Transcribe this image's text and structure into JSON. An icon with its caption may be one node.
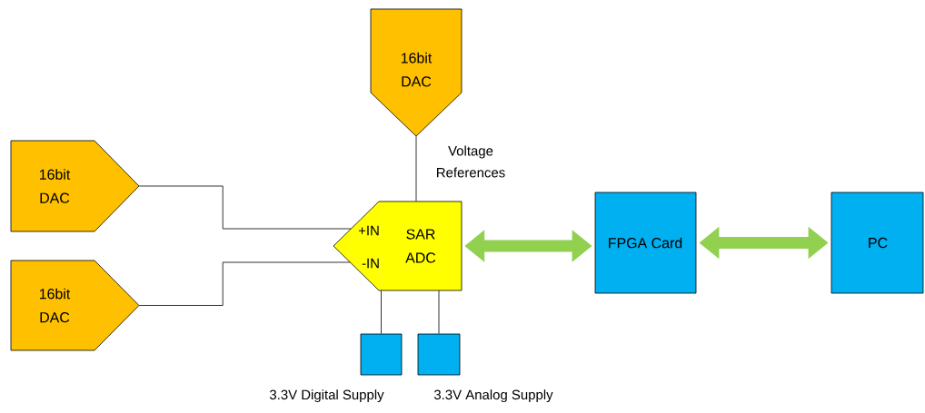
{
  "diagram": {
    "nodes": [
      {
        "text": [
          "16bit DAC"
        ]
      },
      {
        "text": [
          "16bit DAC"
        ]
      },
      {
        "text": [
          "16bit DAC"
        ]
      },
      {
        "text": [
          "SAR ADC"
        ]
      },
      {
        "text": [],
        "shape": "box",
        "beside": [
          "3.3V Digital Supply"
        ]
      },
      {
        "text": [],
        "shape": "box",
        "beside": [
          "3.3V Analog Supply"
        ]
      },
      {
        "text": [
          "FPGA Card"
        ]
      },
      {
        "text": [
          "PC"
        ]
      }
    ],
    "edges": [
      {
        "from": 0,
        "to": 3,
        "arrow": "none",
        "label": "Voltage References"
      },
      {
        "from": 1,
        "to": 3,
        "arrow": "none"
      },
      {
        "from": 2,
        "to": 3,
        "arrow": "none"
      },
      {
        "from": 4,
        "to": 3,
        "arrow": "none"
      },
      {
        "from": 5,
        "to": 3,
        "arrow": "none"
      },
      {
        "from": 3,
        "to": 6,
        "arrow": "both",
        "style": "thick",
        "color": "#92d050"
      },
      {
        "from": 6,
        "to": 7,
        "arrow": "both",
        "style": "thick",
        "color": "#92d050"
      }
    ],
    "labels": [
      "+IN",
      "-IN"
    ]
  }
}
